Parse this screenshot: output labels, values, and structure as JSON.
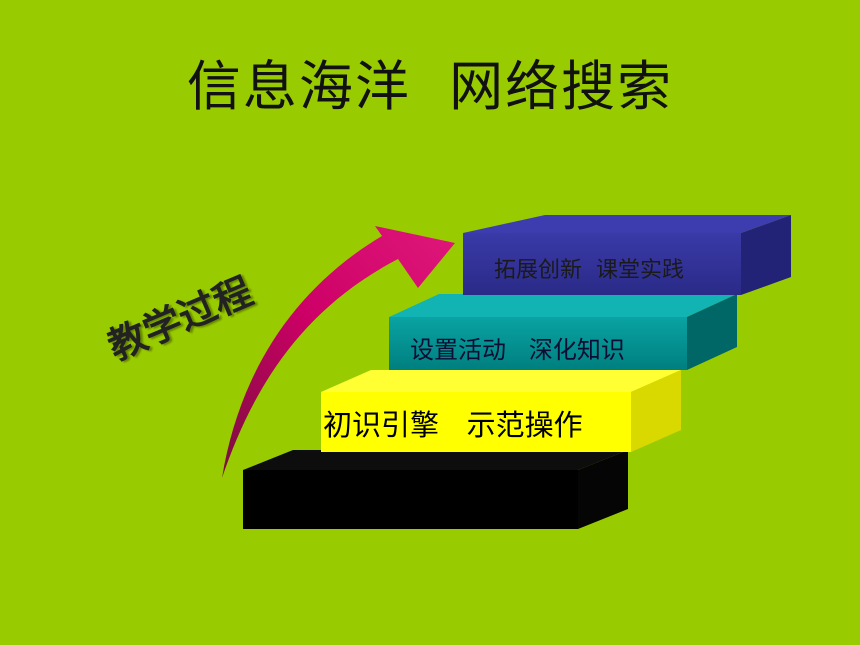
{
  "slide": {
    "title": "信息海洋  网络搜索",
    "side_label": "教学过程",
    "steps": [
      {
        "label": "",
        "color": "#000000"
      },
      {
        "label": "初识引擎   示范操作",
        "color": "#ffff00"
      },
      {
        "label": "设置活动   深化知识",
        "color": "#009999"
      },
      {
        "label": "拓展创新  课堂实践",
        "color": "#333399"
      }
    ],
    "arrow_color": "#cc0066",
    "background": "#99cc00"
  }
}
